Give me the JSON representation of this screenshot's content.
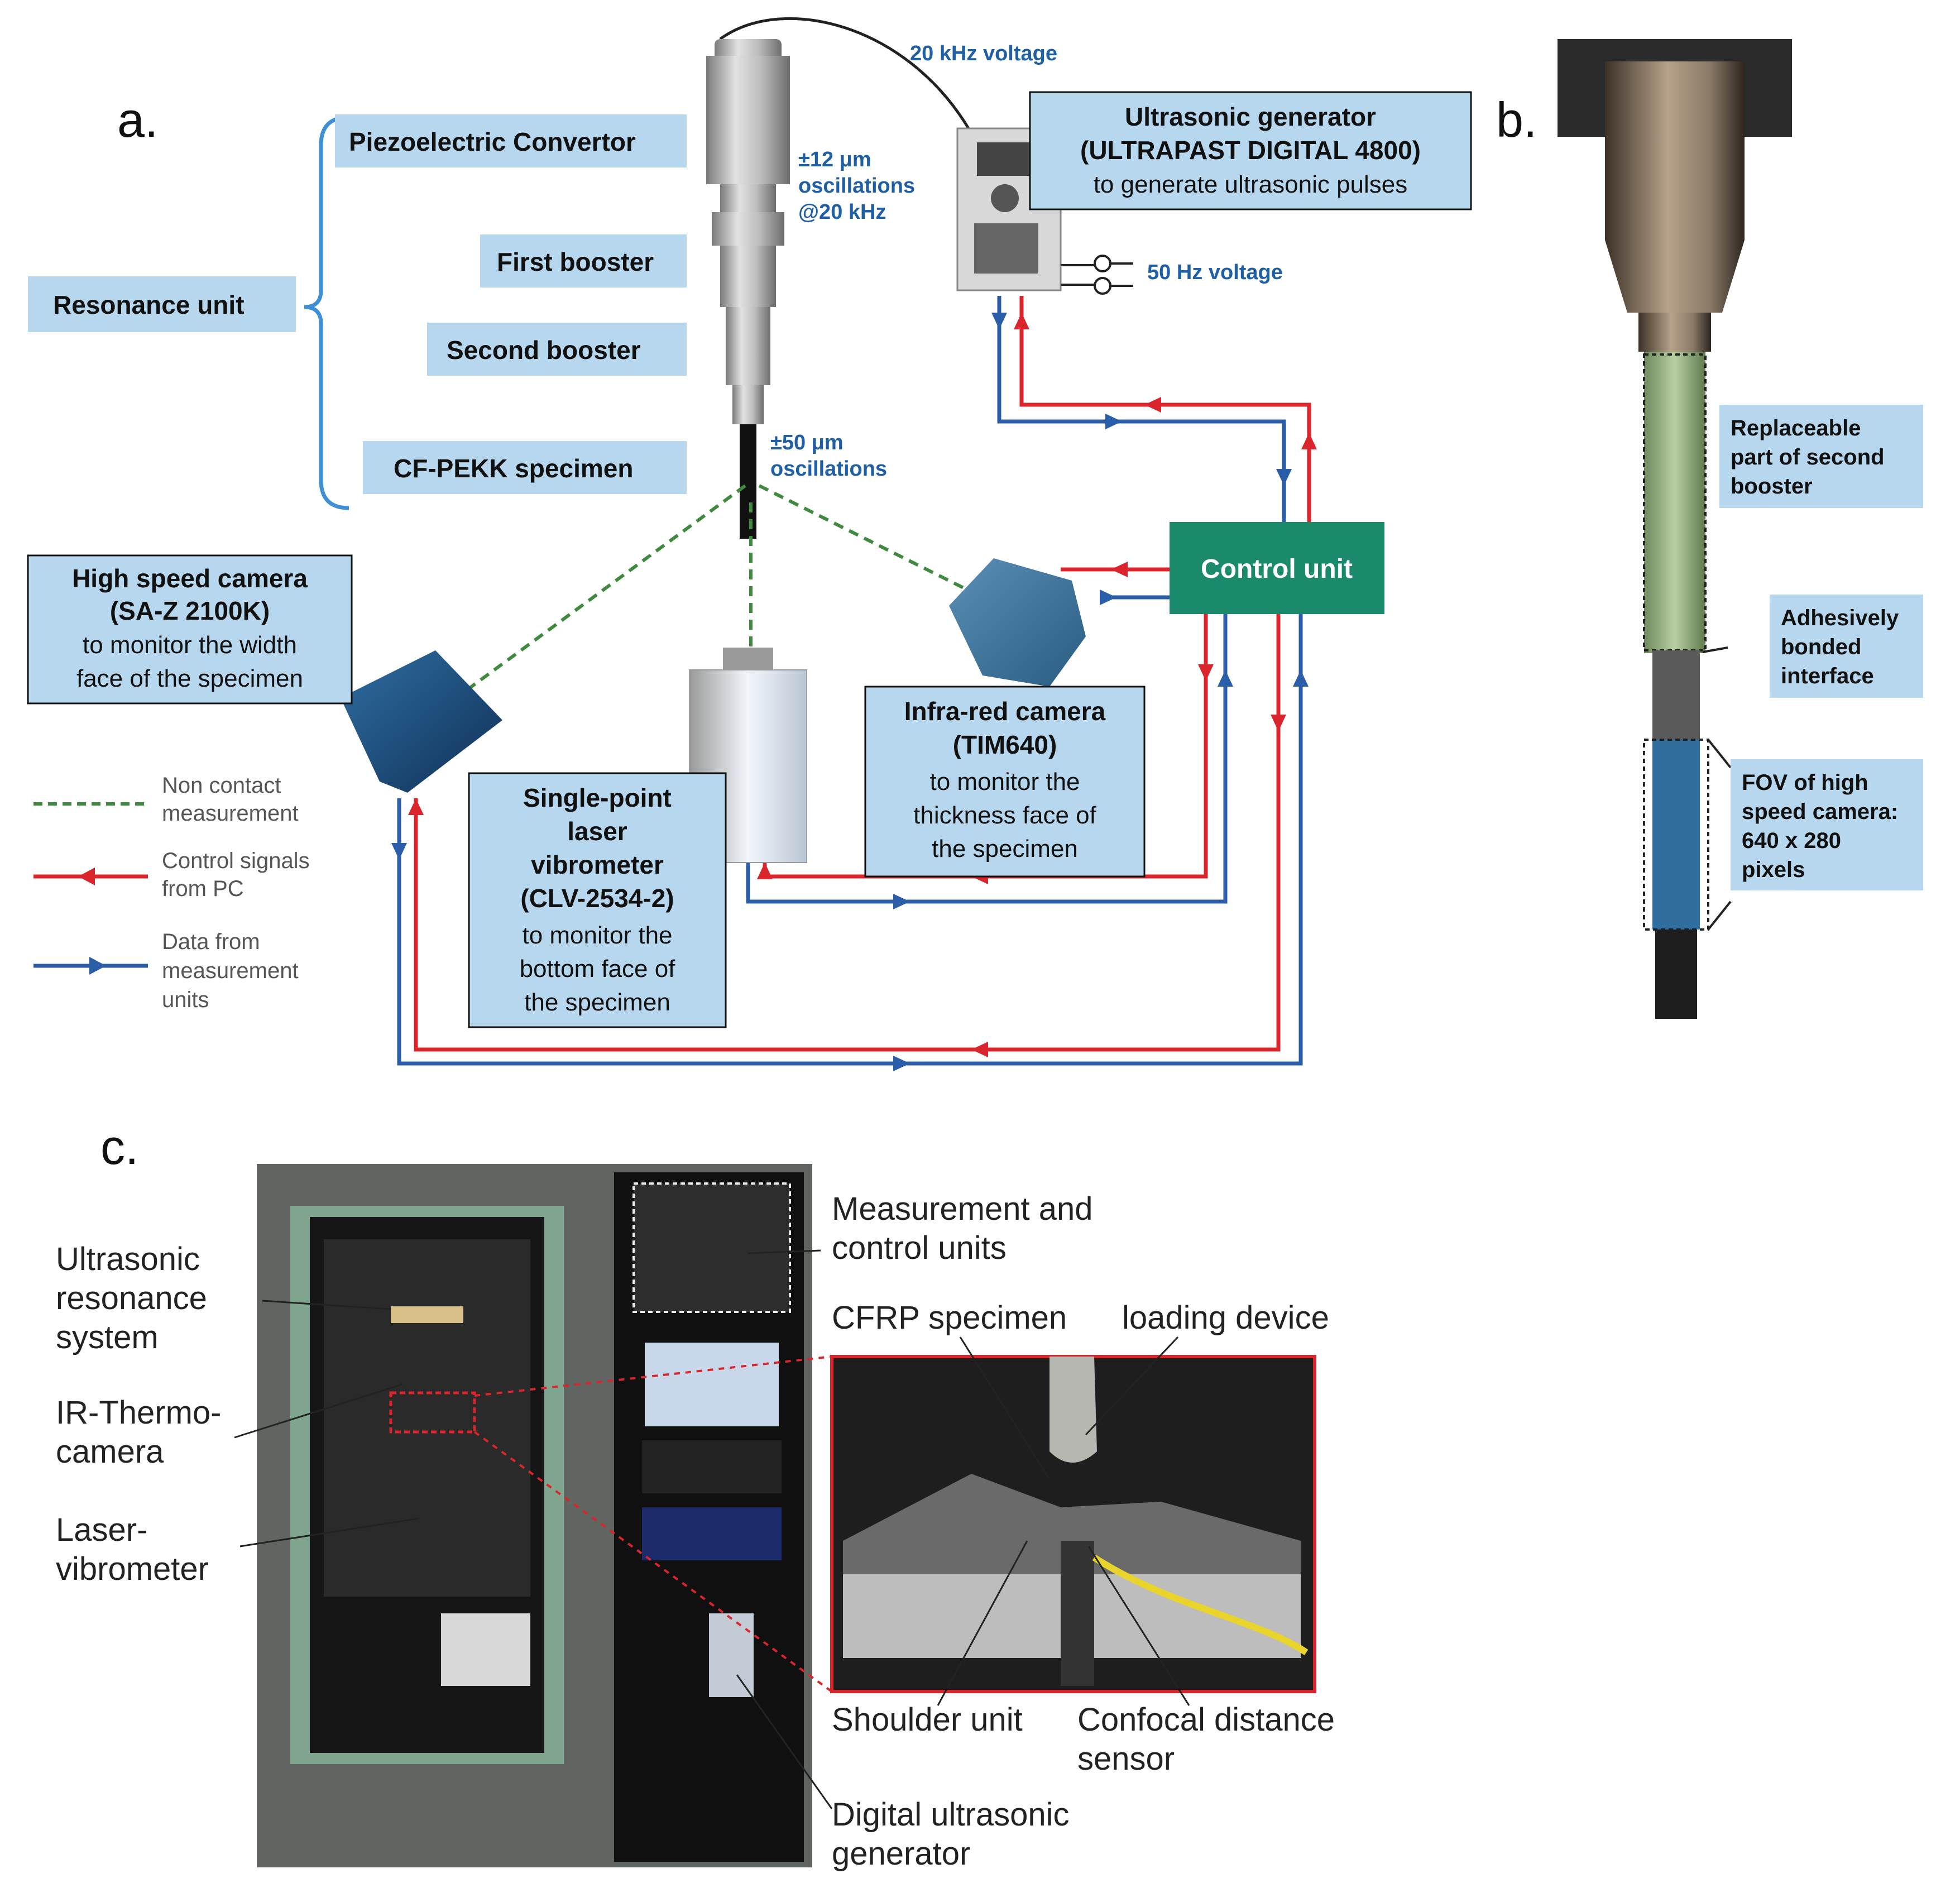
{
  "panel_labels": {
    "a": "a.",
    "b": "b.",
    "c": "c."
  },
  "panel_a": {
    "resonance_unit": "Resonance unit",
    "piezo": "Piezoelectric Convertor",
    "first_booster": "First booster",
    "second_booster": "Second booster",
    "specimen": "CF-PEKK specimen",
    "voltage_20k": "20 kHz voltage",
    "voltage_50": "50 Hz voltage",
    "osc12": [
      "±12 μm",
      "oscillations",
      "@20 kHz"
    ],
    "osc50": [
      "±50 μm",
      "oscillations"
    ],
    "generator": [
      "Ultrasonic generator",
      "(ULTRAPAST DIGITAL 4800)",
      "to generate ultrasonic pulses"
    ],
    "hs_camera": [
      "High speed camera",
      "(SA-Z 2100K)",
      "to monitor the width",
      "face of the specimen"
    ],
    "vibrometer": [
      "Single-point",
      "laser",
      "vibrometer",
      "(CLV-2534-2)",
      "to monitor the",
      "bottom face of",
      "the specimen"
    ],
    "ir_camera": [
      "Infra-red camera",
      "(TIM640)",
      "to monitor the",
      "thickness face of",
      "the specimen"
    ],
    "control_unit": "Control unit",
    "legend": {
      "non_contact": [
        "Non contact",
        "measurement"
      ],
      "control": [
        "Control signals",
        "from PC"
      ],
      "data": [
        "Data from",
        "measurement",
        "units"
      ]
    },
    "colors": {
      "label_bg": "#b7d7ee",
      "control_unit": "#1b8a6b",
      "red": "#d9252b",
      "blue": "#2b5ea8",
      "green": "#3f8a3f",
      "bracket": "#3d8fd6",
      "note": "#1f5fa6"
    }
  },
  "panel_b": {
    "replaceable": [
      "Replaceable",
      "part of second",
      "booster"
    ],
    "adhesive": [
      "Adhesively",
      "bonded",
      "interface"
    ],
    "fov": [
      "FOV of high",
      "speed camera:",
      "640 x 280",
      "pixels"
    ]
  },
  "panel_c": {
    "ultrasonic": [
      "Ultrasonic",
      "resonance",
      "system"
    ],
    "ir": [
      "IR-Thermo-",
      "camera"
    ],
    "laser": [
      "Laser-",
      "vibrometer"
    ],
    "measure": [
      "Measurement and",
      "control units"
    ],
    "cfrp": "CFRP specimen",
    "loading": "loading device",
    "shoulder": "Shoulder unit",
    "confocal": [
      "Confocal distance",
      "sensor"
    ],
    "digital": [
      "Digital ultrasonic",
      "generator"
    ]
  }
}
